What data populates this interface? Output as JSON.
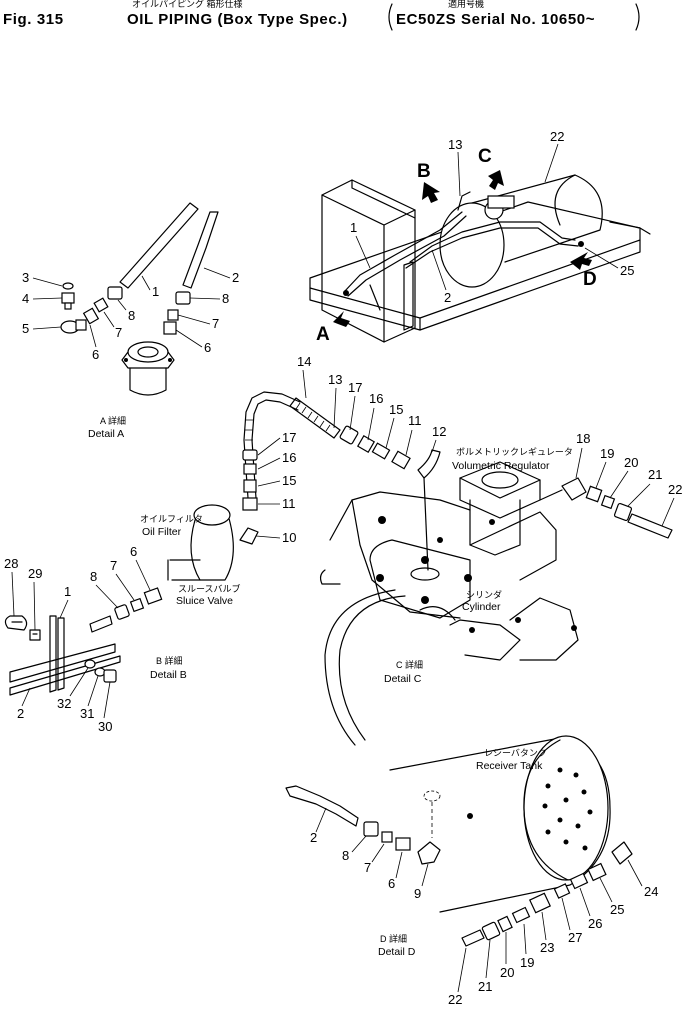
{
  "title": {
    "fig": "Fig. 315",
    "name": "OIL PIPING (Box Type Spec.)",
    "serial": "EC50ZS Serial No. 10650~",
    "jp_name": "オイルパイピング 箱形仕様",
    "jp_serial": "適用号機"
  },
  "callouts": {
    "A": "A",
    "B": "B",
    "C": "C",
    "D": "D"
  },
  "details": {
    "A": {
      "jp": "A 詳細",
      "en": "Detail A"
    },
    "B": {
      "jp": "B 詳細",
      "en": "Detail B"
    },
    "C": {
      "jp": "C 詳細",
      "en": "Detail C"
    },
    "D": {
      "jp": "D 詳細",
      "en": "Detail D"
    }
  },
  "components": {
    "oil_filter": {
      "jp": "オイルフィルタ",
      "en": "Oil Filter"
    },
    "sluice_valve": {
      "jp": "スルースバルブ",
      "en": "Sluice Valve"
    },
    "volumetric_regulator": {
      "jp": "ボルメトリックレギュレータ",
      "en": "Volumetric Regulator"
    },
    "cylinder": {
      "jp": "シリンダ",
      "en": "Cylinder"
    },
    "receiver_tank": {
      "jp": "レシーバタンク",
      "en": "Receiver Tank"
    }
  },
  "part_numbers": {
    "overview": [
      "1",
      "2",
      "13",
      "22",
      "25"
    ],
    "detail_a": [
      "1",
      "2",
      "3",
      "4",
      "5",
      "6",
      "7",
      "8",
      "8",
      "7",
      "6"
    ],
    "detail_c_left": [
      "14",
      "13",
      "17",
      "16",
      "15",
      "11",
      "12",
      "17",
      "16",
      "15",
      "11",
      "10"
    ],
    "detail_c_right": [
      "18",
      "19",
      "20",
      "21",
      "22"
    ],
    "detail_b": [
      "28",
      "29",
      "1",
      "8",
      "7",
      "6",
      "2",
      "32",
      "31",
      "30"
    ],
    "detail_d": [
      "2",
      "8",
      "7",
      "6",
      "9",
      "24",
      "25",
      "26",
      "27",
      "23",
      "19",
      "20",
      "21",
      "22"
    ]
  }
}
